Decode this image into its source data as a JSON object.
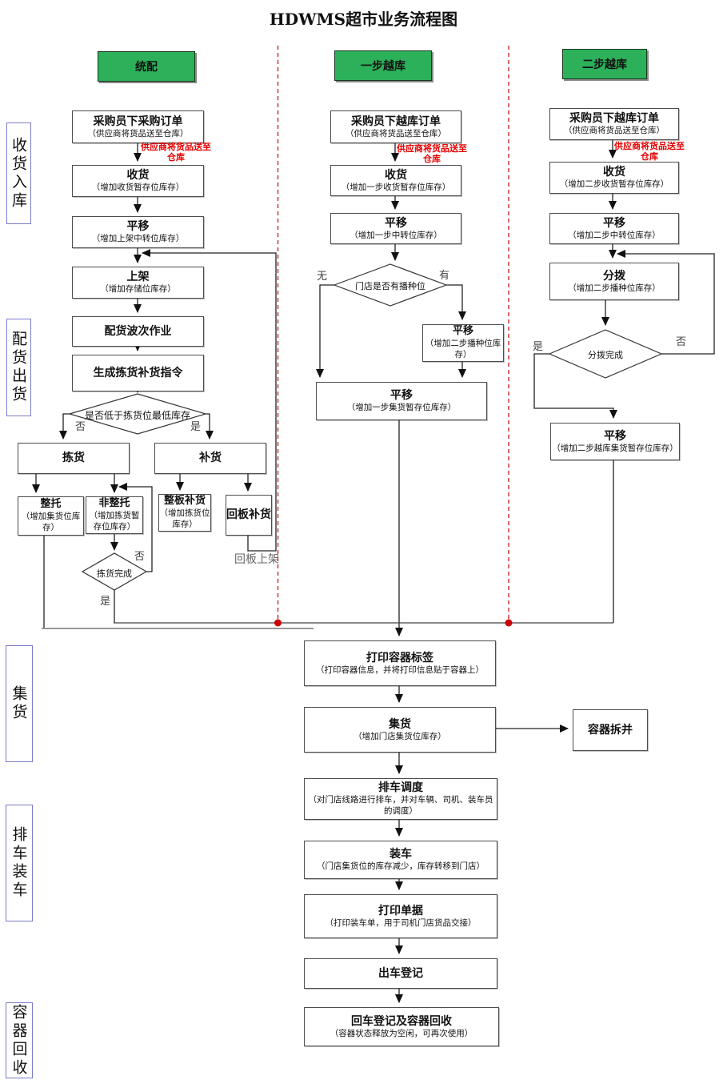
{
  "title": "HDWMS超市业务流程图",
  "colors": {
    "lane_green": "#2CB05A",
    "divider_red": "#CC2929",
    "note_red": "#E60000",
    "side_label_border": "#7B7BC8"
  },
  "lanes": {
    "l1": "统配",
    "l2": "一步越库",
    "l3": "二步越库"
  },
  "side_labels": {
    "s1": "收货入库",
    "s2": "配货出货",
    "s3": "集货",
    "s4": "排车装车",
    "s5": "容器回收"
  },
  "nodes": {
    "c1_order": {
      "title": "采购员下采购订单",
      "subtitle": "（供应商将货品送至仓库）"
    },
    "c1_receive": {
      "title": "收货",
      "subtitle": "（增加收货暂存位库存）"
    },
    "c1_move": {
      "title": "平移",
      "subtitle": "（增加上架中转位库存）"
    },
    "c1_shelve": {
      "title": "上架",
      "subtitle": "（增加存储位库存）"
    },
    "c1_wave": {
      "title": "配货波次作业"
    },
    "c1_gen": {
      "title": "生成拣货补货指令"
    },
    "c1_low_check": {
      "title": "是否低于拣货位最低库存"
    },
    "c1_pick": {
      "title": "拣货"
    },
    "c1_replenish": {
      "title": "补货"
    },
    "c1_full_pallet": {
      "title": "整托",
      "subtitle": "（增加集货位库存）"
    },
    "c1_partial_pallet": {
      "title": "非整托",
      "subtitle": "（增加拣货暂存位库存）"
    },
    "c1_full_replenish": {
      "title": "整板补货",
      "subtitle": "（增加拣货位库存）"
    },
    "c1_return_replenish": {
      "title": "回板补货"
    },
    "c1_pick_done": {
      "title": "拣货完成"
    },
    "c2_order": {
      "title": "采购员下越库订单",
      "subtitle": "（供应商将货品送至仓库）"
    },
    "c2_receive": {
      "title": "收货",
      "subtitle": "（增加一步收货暂存位库存）"
    },
    "c2_move": {
      "title": "平移",
      "subtitle": "（增加一步中转位库存）"
    },
    "c2_seed_check": {
      "title": "门店是否有播种位"
    },
    "c2_move_seed": {
      "title": "平移",
      "subtitle": "（增加二步播种位库存）"
    },
    "c2_move_collect": {
      "title": "平移",
      "subtitle": "（增加一步集货暂存位库存）"
    },
    "c3_order": {
      "title": "采购员下越库订单",
      "subtitle": "（供应商将货品送至仓库）"
    },
    "c3_receive": {
      "title": "收货",
      "subtitle": "（增加二步收货暂存位库存）"
    },
    "c3_move": {
      "title": "平移",
      "subtitle": "（增加二步中转位库存）"
    },
    "c3_allocate": {
      "title": "分拨",
      "subtitle": "（增加二步播种位库存）"
    },
    "c3_allocate_done": {
      "title": "分拨完成"
    },
    "c3_move_collect": {
      "title": "平移",
      "subtitle": "（增加二步越库集货暂存位库存）"
    },
    "print_label": {
      "title": "打印容器标签",
      "subtitle": "（打印容器信息，并将打印信息贴于容器上）"
    },
    "collect": {
      "title": "集货",
      "subtitle": "（增加门店集货位库存）"
    },
    "container_split": {
      "title": "容器拆并"
    },
    "dispatch": {
      "title": "排车调度",
      "subtitle": "（对门店线路进行排车，并对车辆、司机、装车员的调度）"
    },
    "load": {
      "title": "装车",
      "subtitle": "（门店集货位的库存减少，库存转移到门店）"
    },
    "print_doc": {
      "title": "打印单据",
      "subtitle": "（打印装车单，用于司机门店货品交接）"
    },
    "depart": {
      "title": "出车登记"
    },
    "return_reg": {
      "title": "回车登记及容器回收",
      "subtitle": "（容器状态释放为空闲，可再次使用）"
    }
  },
  "annotations": {
    "c1_supplier": "供应商将货品送至\n仓库",
    "c2_supplier": "供应商将货品送至\n仓库",
    "c3_supplier": "供应商将货品送至\n仓库",
    "return_shelve": "回板上架"
  },
  "edge_labels": {
    "c1_no": "否",
    "c1_yes": "是",
    "pick_no": "否",
    "pick_yes": "是",
    "c2_none": "无",
    "c2_has": "有",
    "c3_yes": "是",
    "c3_no": "否"
  }
}
